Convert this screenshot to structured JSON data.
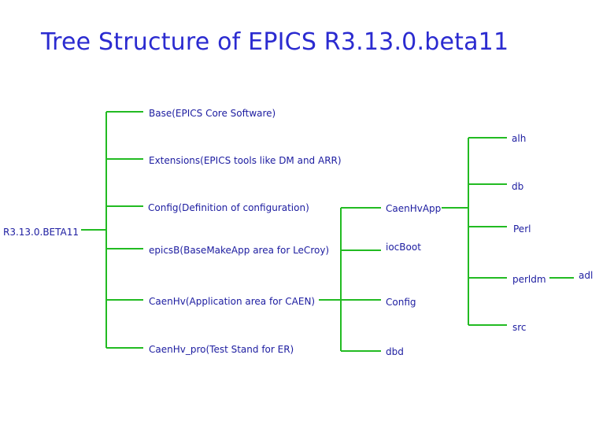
{
  "title": "Tree Structure of EPICS R3.13.0.beta11",
  "colors": {
    "title": "#2b2bd0",
    "label": "#1c1ca0",
    "line": "#22bb22"
  },
  "nodes": {
    "root": "R3.13.0.BETA11",
    "base": "Base(EPICS Core Software)",
    "extensions": "Extensions(EPICS tools like DM and ARR)",
    "config": "Config(Definition of configuration)",
    "epicsb": "epicsB(BaseMakeApp area for LeCroy)",
    "caenhv": "CaenHv(Application area for CAEN)",
    "caenhv_pro": "CaenHv_pro(Test Stand for ER)",
    "caenhvapp": "CaenHvApp",
    "iocboot": "iocBoot",
    "caen_config": "Config",
    "dbd": "dbd",
    "alh": "alh",
    "db": "db",
    "perl": "Perl",
    "perldm": "perldm",
    "src": "src",
    "adl": "adl"
  }
}
